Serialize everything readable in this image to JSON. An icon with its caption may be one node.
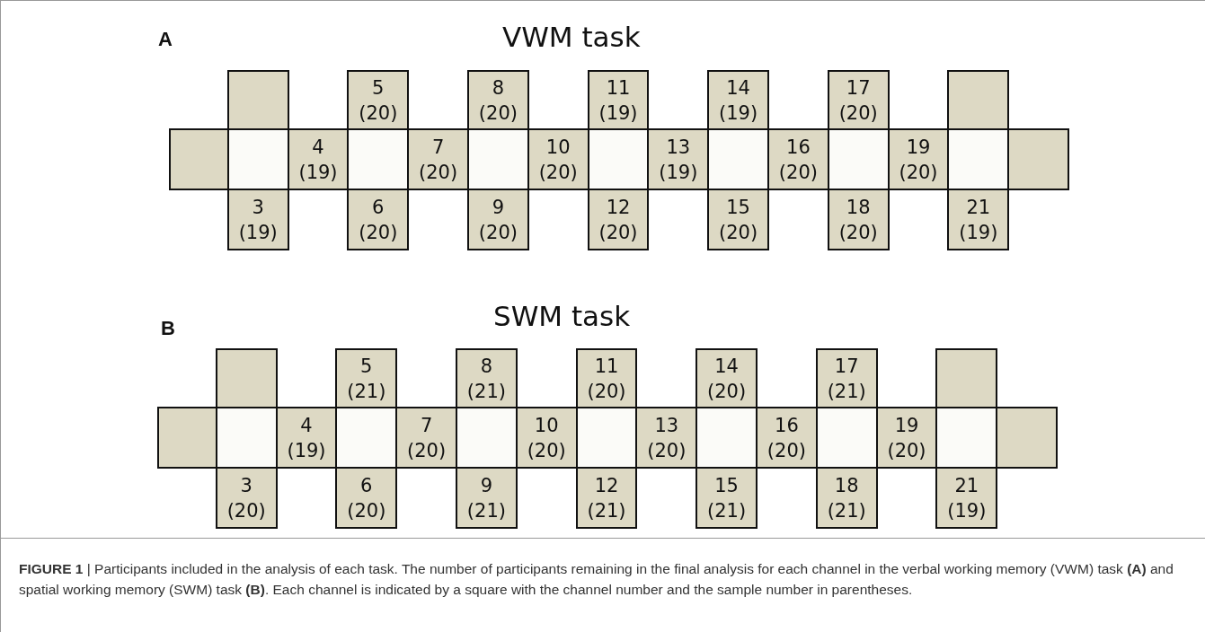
{
  "diagram": {
    "caption": "**FIGURE 1** | Participants included in the analysis of each task. The number of participants remaining in the final analysis for each channel in the verbal working memory (VWM) task **(A)** and spatial working memory (SWM) task **(B)**. Each channel is indicated by a square with the channel number and the sample number in parentheses.",
    "nodes": [
      {
        "text": [],
        "shape": "box"
      },
      {
        "text": [
          "5",
          "(20)"
        ]
      },
      {
        "text": [
          "8",
          "(20)"
        ]
      },
      {
        "text": [
          "11",
          "(19)"
        ]
      },
      {
        "text": [
          "14",
          "(19)"
        ]
      },
      {
        "text": [
          "17",
          "(20)"
        ]
      },
      {
        "text": [],
        "shape": "box"
      },
      {
        "text": [],
        "shape": "box"
      },
      {
        "text": [],
        "shape": "box"
      },
      {
        "text": [
          "4",
          "(19)"
        ]
      },
      {
        "text": [],
        "shape": "box"
      },
      {
        "text": [
          "7",
          "(20)"
        ]
      },
      {
        "text": [],
        "shape": "box"
      },
      {
        "text": [
          "10",
          "(20)"
        ]
      },
      {
        "text": [],
        "shape": "box"
      },
      {
        "text": [
          "13",
          "(19)"
        ]
      },
      {
        "text": [],
        "shape": "box"
      },
      {
        "text": [
          "16",
          "(20)"
        ]
      },
      {
        "text": [],
        "shape": "box"
      },
      {
        "text": [
          "19",
          "(20)"
        ]
      },
      {
        "text": [],
        "shape": "box"
      },
      {
        "text": [],
        "shape": "box"
      },
      {
        "text": [
          "3",
          "(19)"
        ]
      },
      {
        "text": [
          "6",
          "(20)"
        ]
      },
      {
        "text": [
          "9",
          "(20)"
        ]
      },
      {
        "text": [
          "12",
          "(20)"
        ]
      },
      {
        "text": [
          "15",
          "(20)"
        ]
      },
      {
        "text": [
          "18",
          "(20)"
        ]
      },
      {
        "text": [
          "21",
          "(19)"
        ]
      },
      {
        "text": [],
        "shape": "box"
      },
      {
        "text": [
          "5",
          "(21)"
        ]
      },
      {
        "text": [
          "8",
          "(21)"
        ]
      },
      {
        "text": [
          "11",
          "(20)"
        ]
      },
      {
        "text": [
          "14",
          "(20)"
        ]
      },
      {
        "text": [
          "17",
          "(21)"
        ]
      },
      {
        "text": [],
        "shape": "box"
      },
      {
        "text": [],
        "shape": "box"
      },
      {
        "text": [],
        "shape": "box"
      },
      {
        "text": [
          "4",
          "(19)"
        ]
      },
      {
        "text": [],
        "shape": "box"
      },
      {
        "text": [
          "7",
          "(20)"
        ]
      },
      {
        "text": [],
        "shape": "box"
      },
      {
        "text": [
          "10",
          "(20)"
        ]
      },
      {
        "text": [],
        "shape": "box"
      },
      {
        "text": [
          "13",
          "(20)"
        ]
      },
      {
        "text": [],
        "shape": "box"
      },
      {
        "text": [
          "16",
          "(20)"
        ]
      },
      {
        "text": [],
        "shape": "box"
      },
      {
        "text": [
          "19",
          "(20)"
        ]
      },
      {
        "text": [],
        "shape": "box"
      },
      {
        "text": [],
        "shape": "box"
      },
      {
        "text": [
          "3",
          "(20)"
        ]
      },
      {
        "text": [
          "6",
          "(20)"
        ]
      },
      {
        "text": [
          "9",
          "(21)"
        ]
      },
      {
        "text": [
          "12",
          "(21)"
        ]
      },
      {
        "text": [
          "15",
          "(21)"
        ]
      },
      {
        "text": [
          "18",
          "(21)"
        ]
      },
      {
        "text": [
          "21",
          "(19)"
        ]
      }
    ],
    "labels": [
      "A",
      "VWM task",
      "B",
      "SWM task"
    ]
  }
}
